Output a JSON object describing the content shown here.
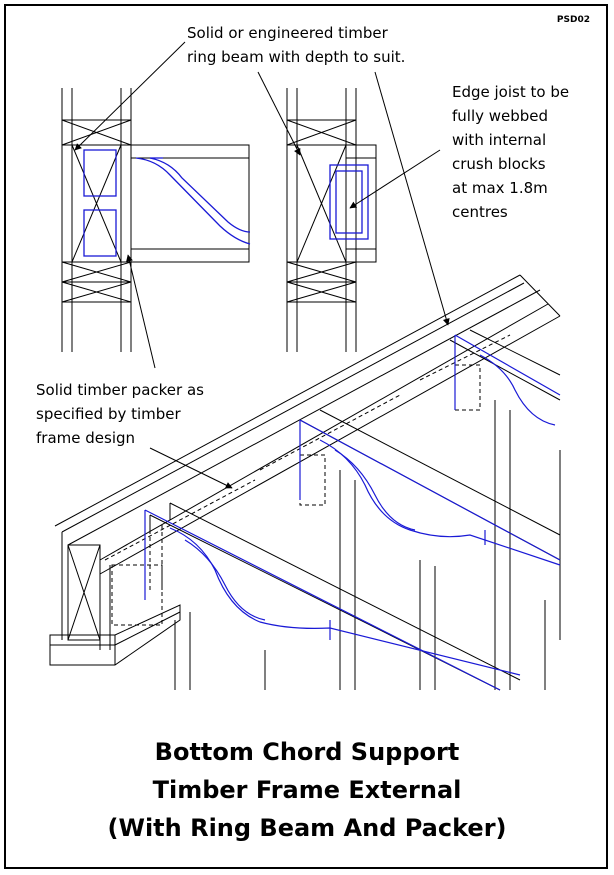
{
  "drawing_code": "PSD02",
  "notes": {
    "ring_beam": "Solid or engineered timber\nring beam with depth to suit.",
    "edge_joist": "Edge joist to be\nfully webbed\nwith internal\ncrush blocks\nat max 1.8m\ncentres",
    "packer": "Solid timber packer as\nspecified by timber\nframe design"
  },
  "title": {
    "line1": "Bottom Chord Support",
    "line2": "Timber Frame External",
    "line3": "(With Ring Beam And Packer)"
  },
  "colors": {
    "line": "#000000",
    "joist_web": "#1a1ad6",
    "background": "#ffffff"
  }
}
